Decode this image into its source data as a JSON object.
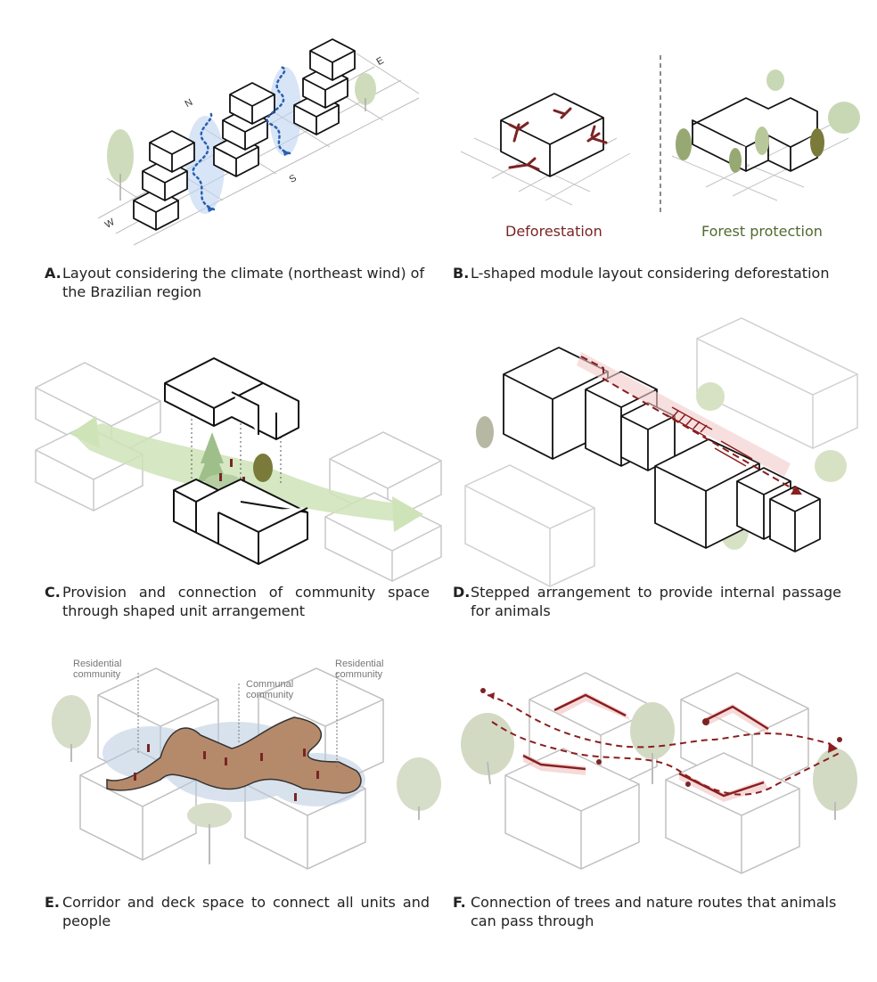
{
  "panel_a": {
    "letter": "A.",
    "caption": "Layout considering the climate (northeast wind) of the Brazilian region",
    "compass": {
      "n": "N",
      "e": "E",
      "s": "S",
      "w": "W"
    }
  },
  "panel_b": {
    "letter": "B.",
    "caption": "L-shaped module layout considering deforestation",
    "left_label": "Deforestation",
    "right_label": "Forest protection",
    "colors": {
      "deforestation": "#7a2424",
      "forest": "#4f6b2f"
    }
  },
  "panel_c": {
    "letter": "C.",
    "caption": "Provision and connection of community space through shaped unit arrangement"
  },
  "panel_d": {
    "letter": "D.",
    "caption": "Stepped arrangement to provide internal passage for animals"
  },
  "panel_e": {
    "letter": "E.",
    "caption": "Corridor and deck space to connect all units and people",
    "labels": {
      "residential_left": "Residential community",
      "communal": "Communal community",
      "residential_right": "Residential community"
    }
  },
  "panel_f": {
    "letter": "F.",
    "caption": "Connection of trees and nature routes that animals can pass through"
  },
  "colors": {
    "wind": "#2a5fb0",
    "tree": "#c9d8b4",
    "route": "#8b1e1e",
    "deck": "#b58a6a",
    "ghost": "#c8c8c8"
  }
}
